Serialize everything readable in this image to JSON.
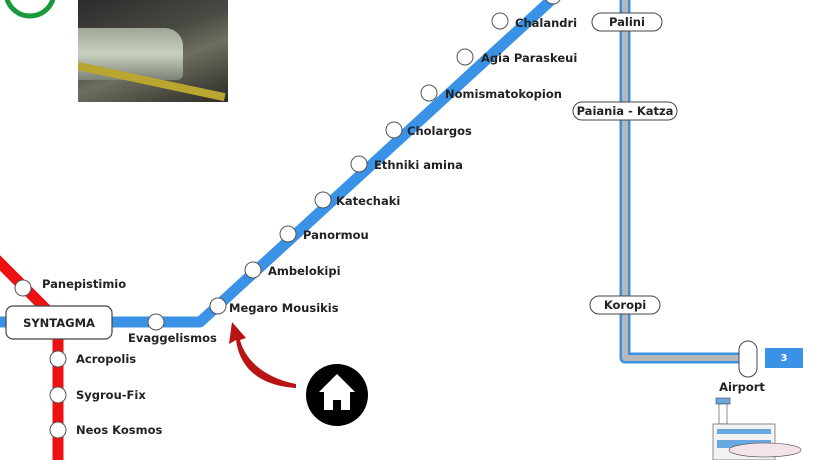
{
  "colors": {
    "blue_line": "#3a92e6",
    "red_line": "#ee1111",
    "airport_line": "#b8b8b8",
    "logo_green": "#1a9a3a",
    "arrow": "#b81414"
  },
  "red_line": {
    "stations": [
      "Panepistimio",
      "Acropolis",
      "Sygrou-Fix",
      "Neos Kosmos"
    ]
  },
  "interchange": "SYNTAGMA",
  "blue_line": {
    "stations": [
      "Evaggelismos",
      "Megaro Mousikis",
      "Ambelokipi",
      "Panormou",
      "Katechaki",
      "Ethniki amina",
      "Cholargos",
      "Nomismatokopion",
      "Agia Paraskeui",
      "Chalandri"
    ]
  },
  "airport_line": {
    "stations": [
      "Palini",
      "Paiania - Katza",
      "Koropi"
    ],
    "terminus": "Airport",
    "badge": "3"
  },
  "icons": [
    "home-icon",
    "airport-icon",
    "metro-logo",
    "train-photo",
    "arrow-icon"
  ]
}
